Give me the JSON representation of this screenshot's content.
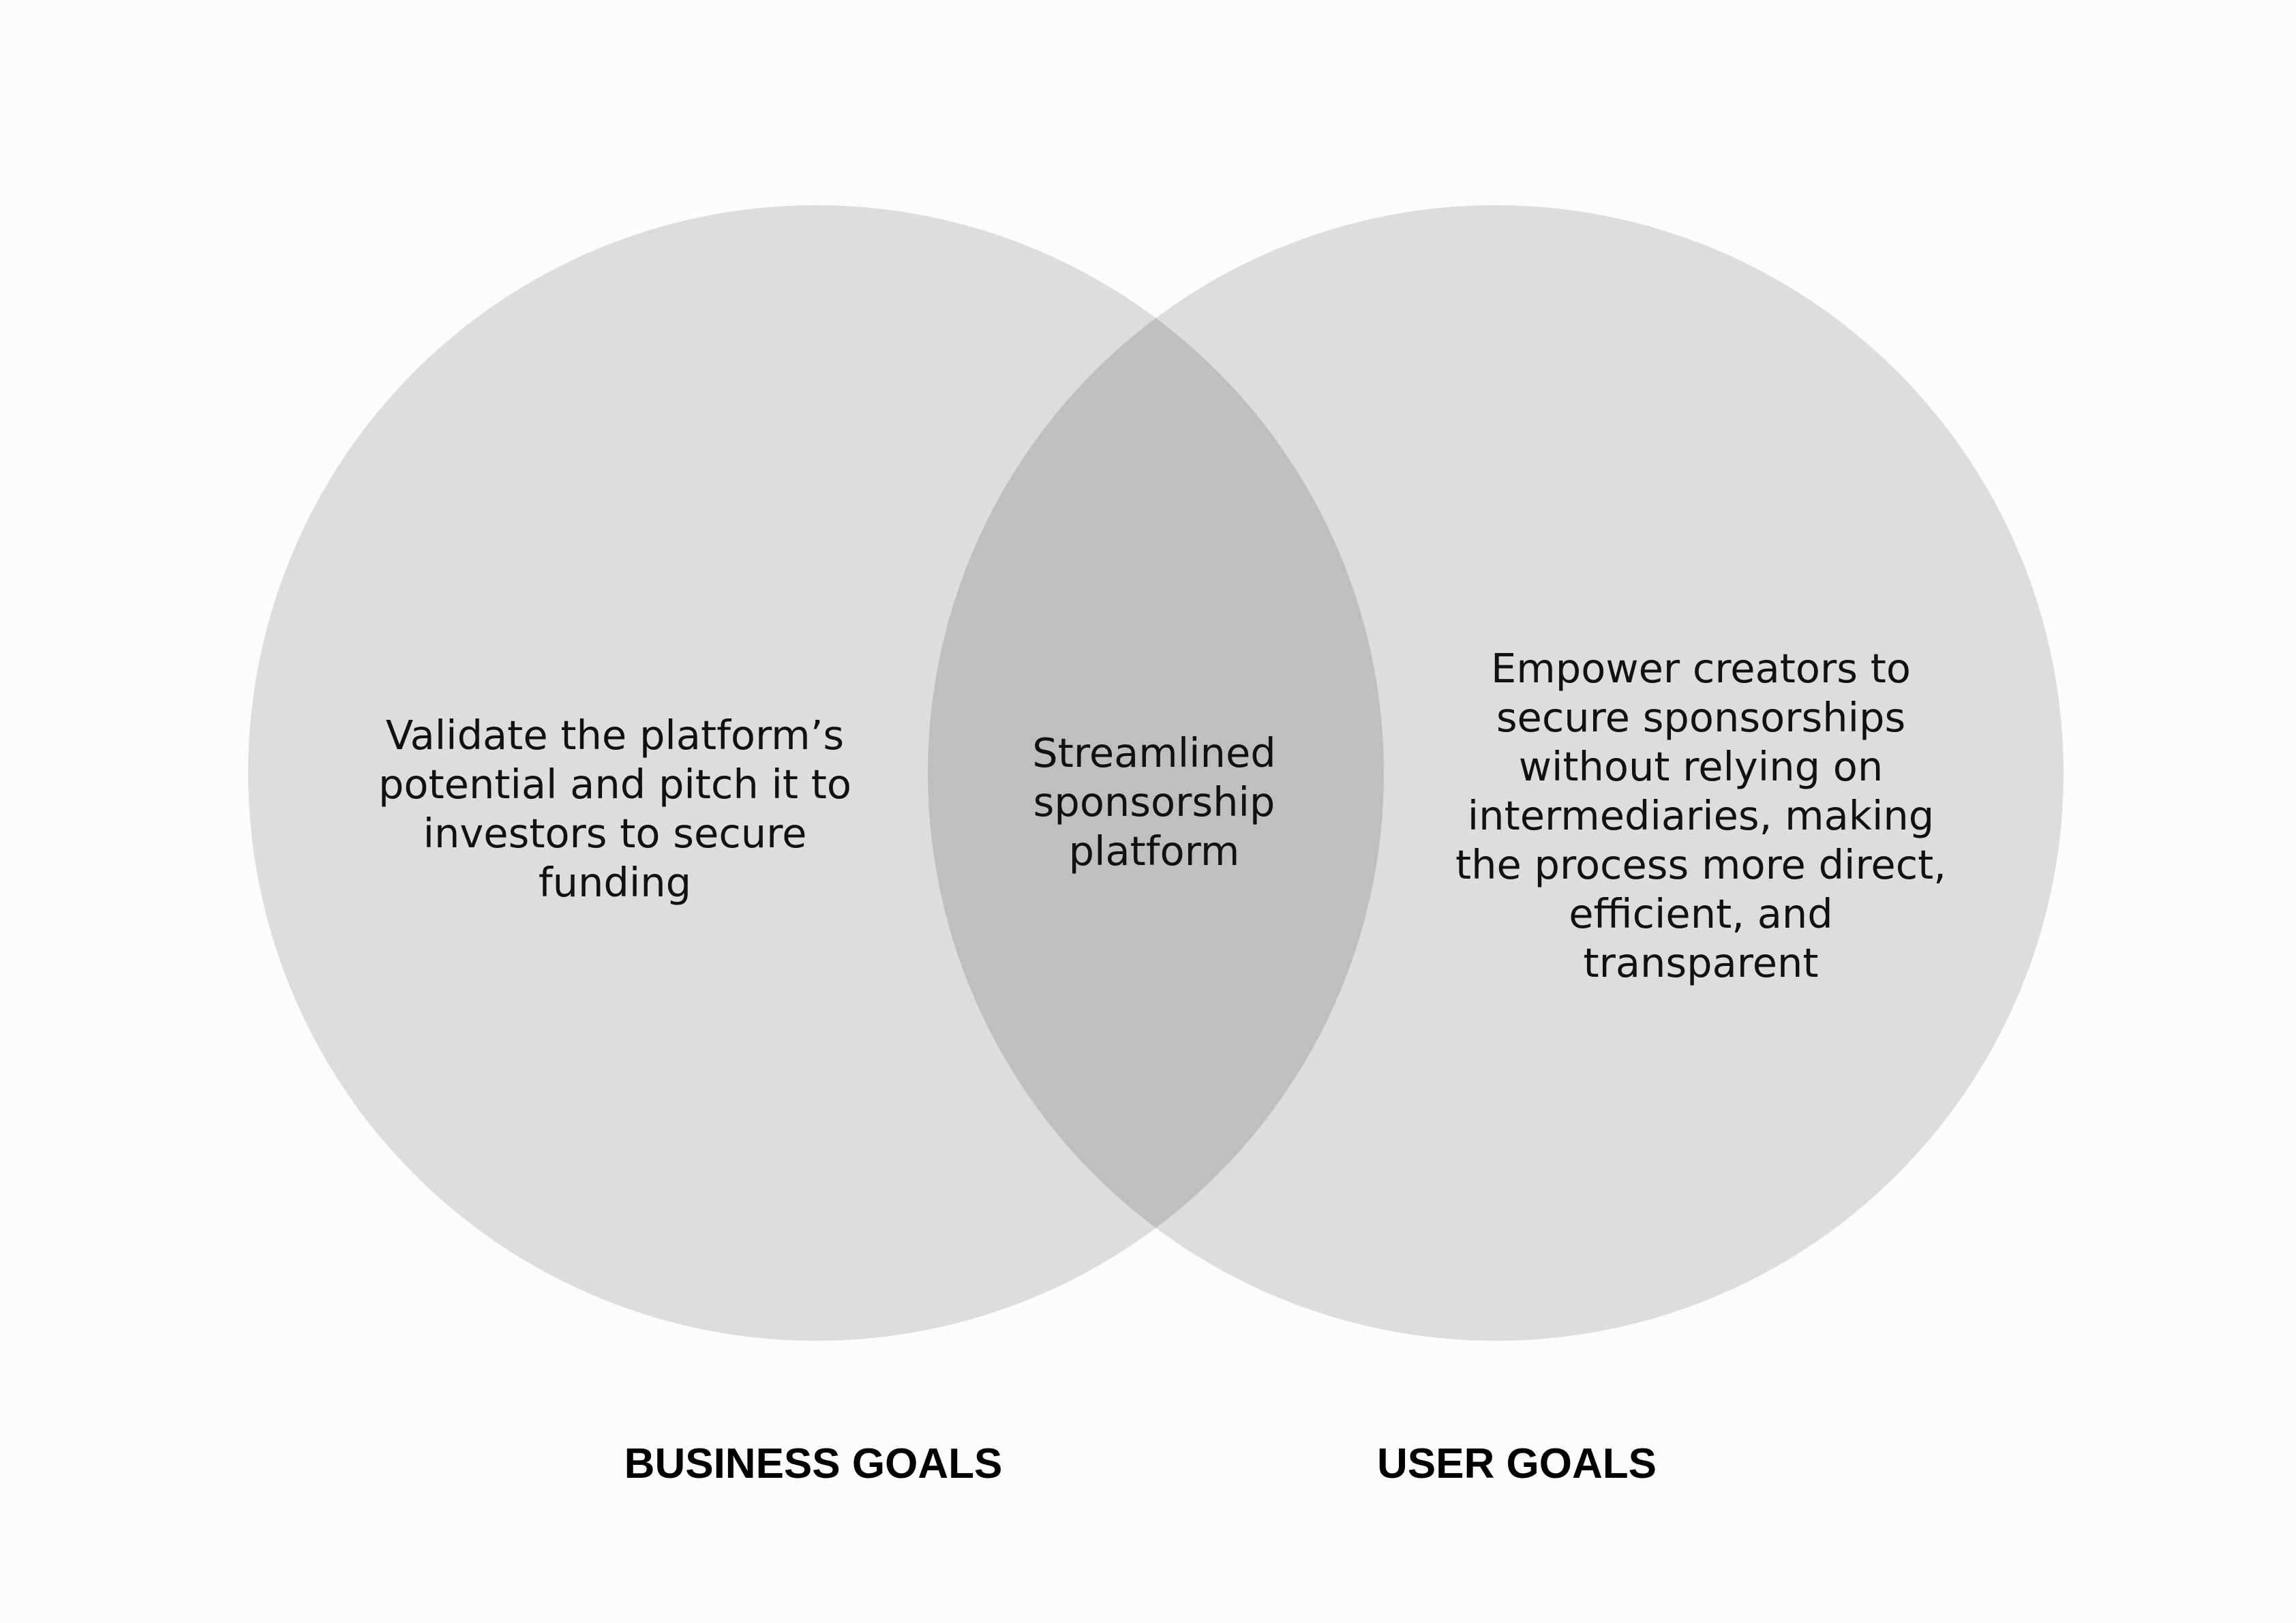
{
  "diagram": {
    "type": "venn",
    "sets": [
      {
        "id": "business",
        "label": "BUSINESS GOALS",
        "text": "Validate the platform’s potential and pitch it to investors to secure funding"
      },
      {
        "id": "user",
        "label": "USER GOALS",
        "text": "Empower creators to secure sponsorships without relying on intermediaries, making the process more direct, efficient, and transparent"
      }
    ],
    "intersection": {
      "text": "Streamlined sponsorship platform"
    }
  },
  "colors": {
    "background": "#fdfcfc",
    "circle_fill": "#dedcdf",
    "overlap_fill": "#c0bec1",
    "text": "#111111",
    "label": "#000000"
  }
}
